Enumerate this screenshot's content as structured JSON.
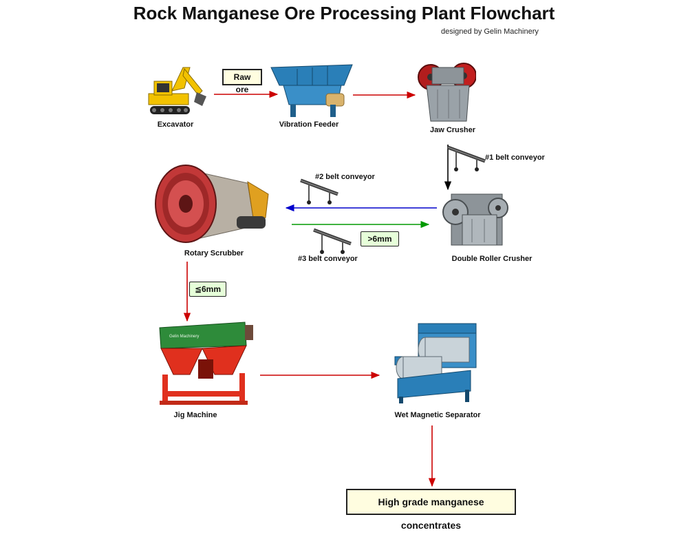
{
  "header": {
    "title": "Rock Manganese Ore Processing Plant Flowchart",
    "subtitle": "designed by Gelin Machinery"
  },
  "nodes": {
    "excavator": "Excavator",
    "vibration_feeder": "Vibration Feeder",
    "jaw_crusher": "Jaw   Crusher",
    "belt1": "#1 belt conveyor",
    "belt2": "#2 belt conveyor",
    "belt3": "#3 belt conveyor",
    "double_roller": "Double Roller Crusher",
    "rotary_scrubber": "Rotary Scrubber",
    "jig": "Jig Machine",
    "wet_mag": "Wet Magnetic Separator"
  },
  "tags": {
    "raw_ore": "Raw ore",
    "gt6mm": ">6mm",
    "le6mm": "≦6mm"
  },
  "final": "High grade manganese concentrates",
  "colors": {
    "arrow_red": "#cc0000",
    "arrow_blue": "#0000cc",
    "arrow_green": "#009900",
    "arrow_black": "#000000",
    "machine_blue": "#2a7fb8",
    "jig_green": "#2e8b3a",
    "jig_red": "#e0301e",
    "excavator_yellow": "#f2c200"
  }
}
